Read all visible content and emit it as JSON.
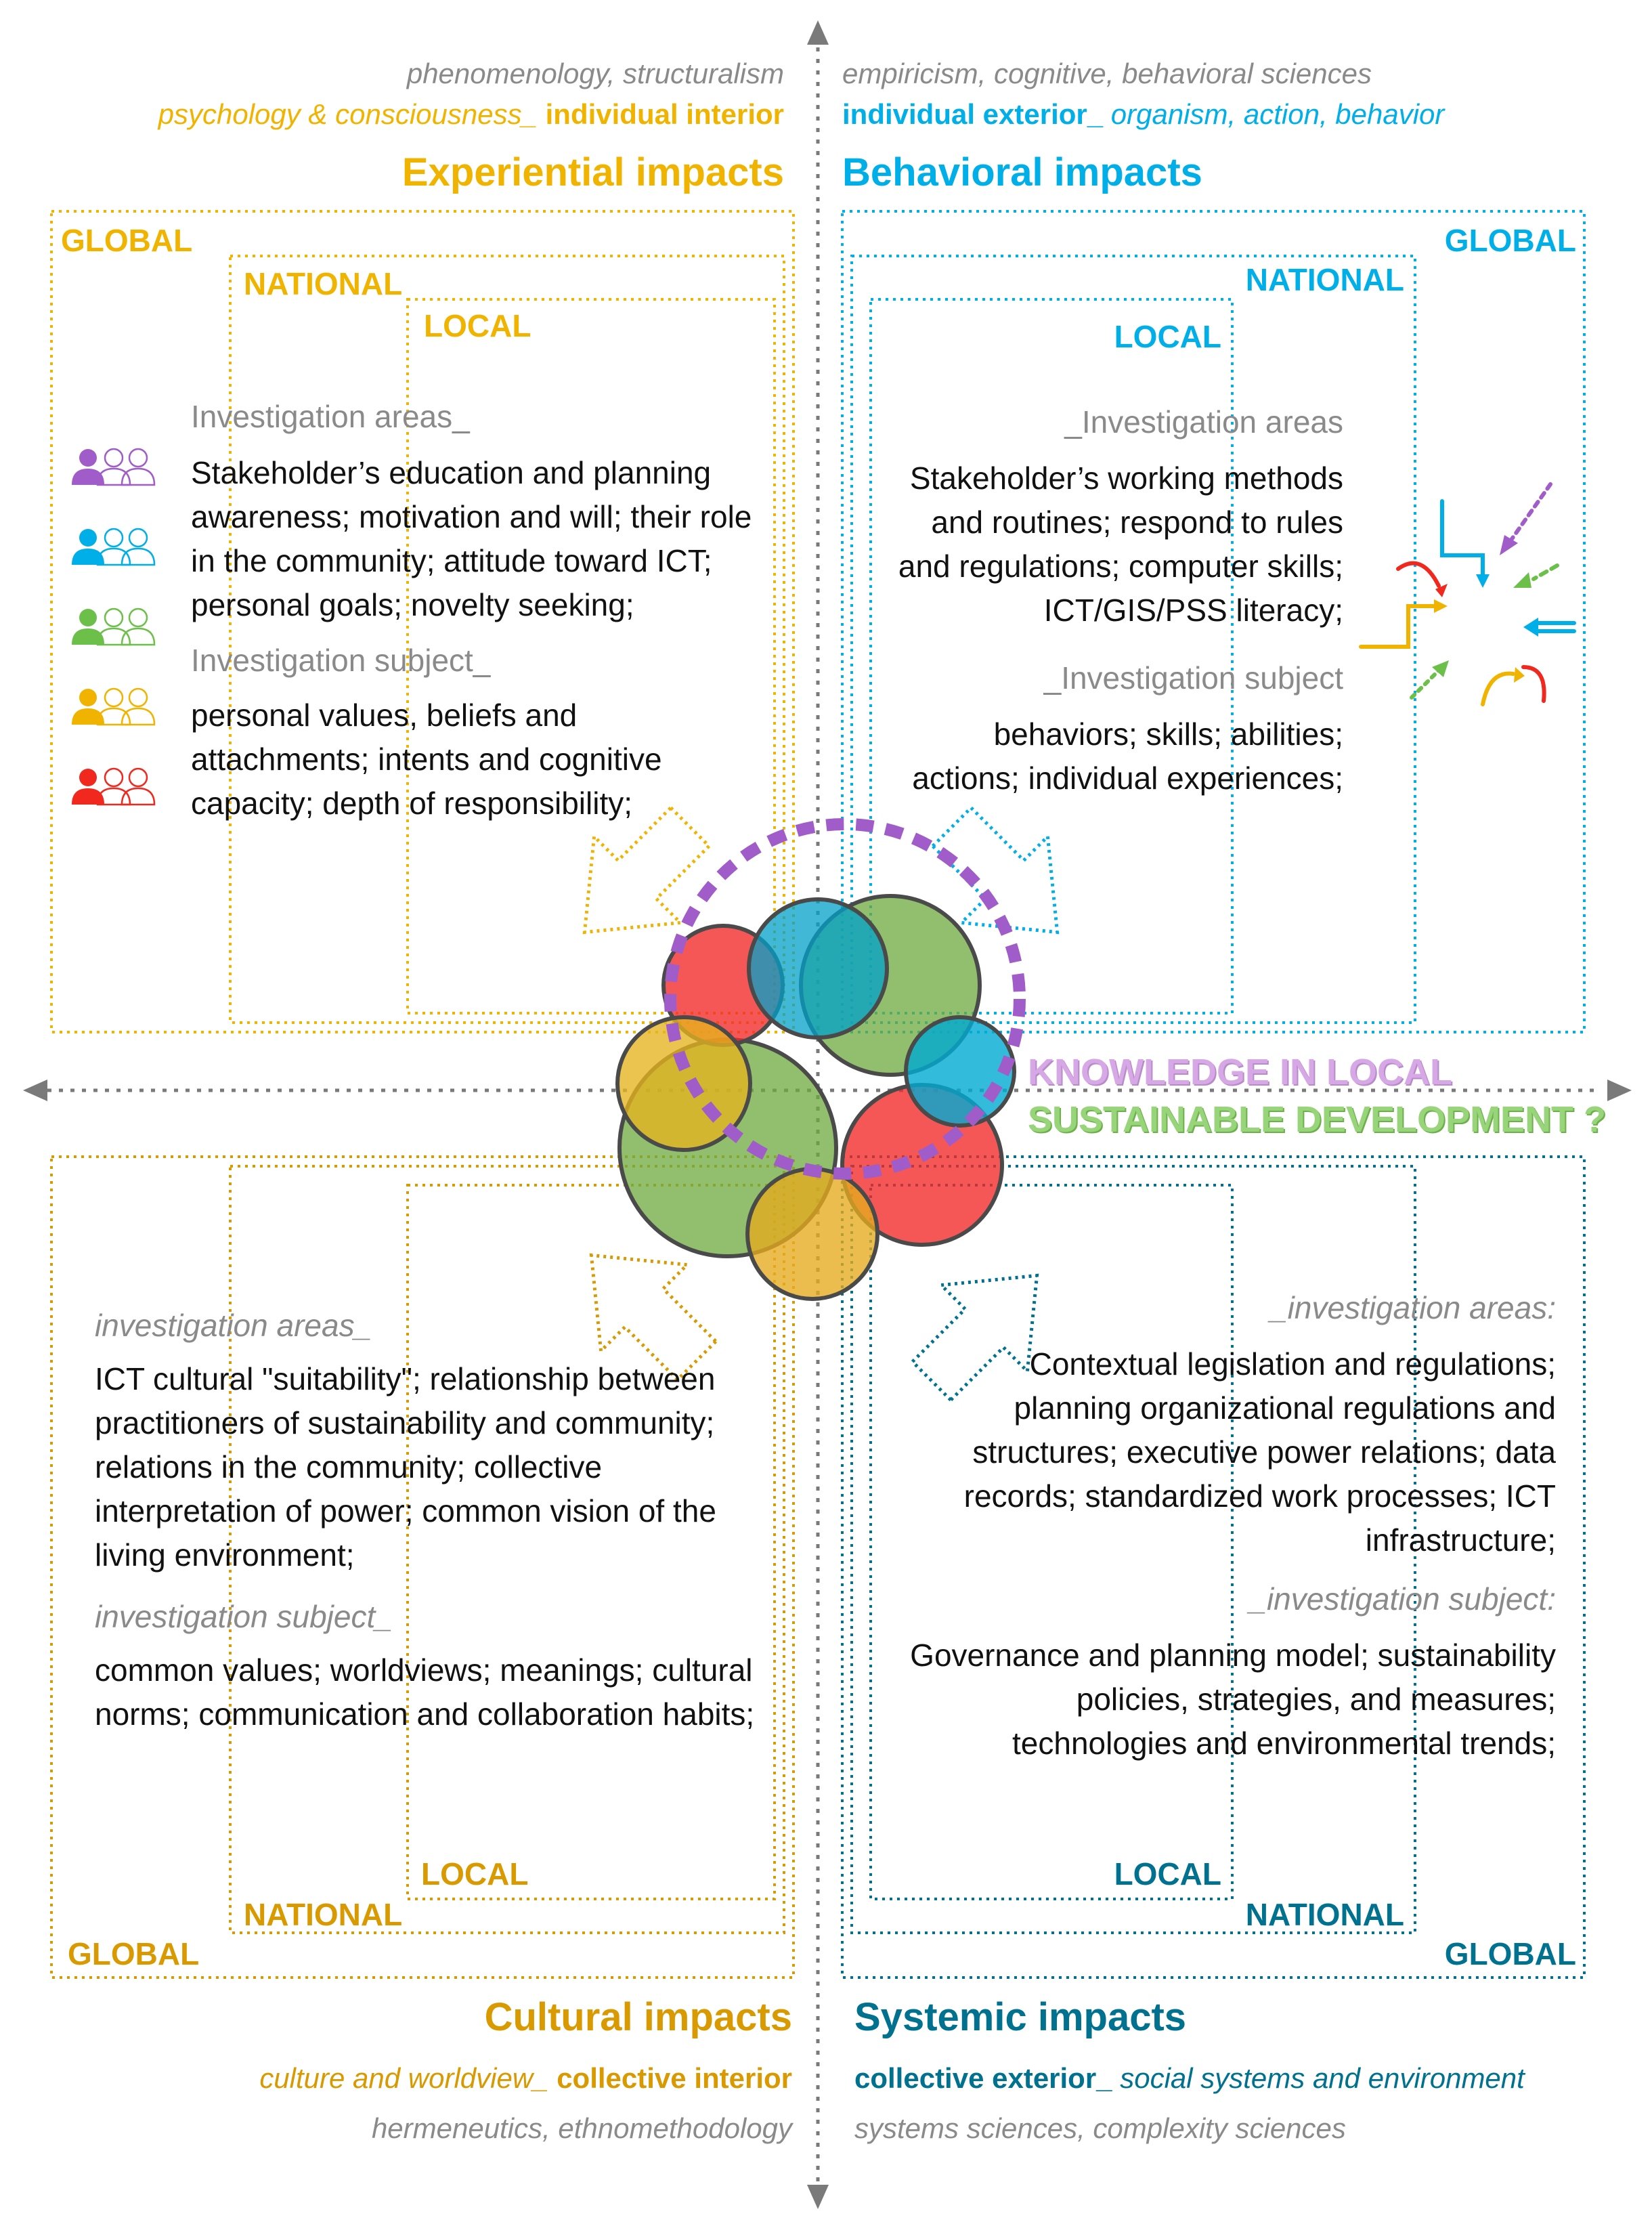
{
  "quadrants": {
    "experiential": {
      "methods": "phenomenology, structuralism",
      "domain_plain": "psychology & consciousness_ ",
      "domain_bold": "individual interior",
      "title": "Experiential impacts",
      "levels": {
        "global": "GLOBAL",
        "national": "NATIONAL",
        "local": "LOCAL"
      },
      "areas_label": "Investigation areas_",
      "areas_lines": [
        "Stakeholder’s education and planning",
        "awareness; motivation and will; their role",
        "in the community; attitude toward ICT;",
        "personal goals; novelty seeking;"
      ],
      "subject_label": "Investigation subject_",
      "subject_lines": [
        "personal values, beliefs and",
        "attachments; intents and cognitive",
        "capacity; depth of responsibility;"
      ]
    },
    "behavioral": {
      "methods": "empiricism, cognitive, behavioral sciences",
      "domain_bold": "individual exterior_ ",
      "domain_plain": "organism, action, behavior",
      "title": "Behavioral impacts",
      "levels": {
        "global": "GLOBAL",
        "national": "NATIONAL",
        "local": "LOCAL"
      },
      "areas_label": "_Investigation areas",
      "areas_lines": [
        "Stakeholder’s working methods",
        "and routines; respond to rules",
        "and regulations; computer skills;",
        "ICT/GIS/PSS literacy;"
      ],
      "subject_label": "_Investigation subject",
      "subject_lines": [
        "behaviors; skills; abilities;",
        "actions; individual experiences;"
      ]
    },
    "cultural": {
      "title": "Cultural impacts",
      "domain_plain": "culture and worldview_ ",
      "domain_bold": "collective interior",
      "methods": "hermeneutics, ethnomethodology",
      "levels": {
        "global": "GLOBAL",
        "national": "NATIONAL",
        "local": "LOCAL"
      },
      "areas_label": "investigation areas_",
      "areas_lines": [
        "ICT cultural \"suitability\"; relationship between",
        "practitioners of sustainability and community;",
        "relations in the community; collective",
        "interpretation of power; common vision of the",
        "living environment;"
      ],
      "subject_label": "investigation subject_",
      "subject_lines": [
        "common values; worldviews; meanings; cultural",
        "norms; communication and collaboration habits;"
      ]
    },
    "systemic": {
      "title": "Systemic impacts",
      "domain_bold": "collective exterior_ ",
      "domain_plain": "social systems and environment",
      "methods": "systems sciences, complexity sciences",
      "levels": {
        "global": "GLOBAL",
        "national": "NATIONAL",
        "local": "LOCAL"
      },
      "areas_label": "_investigation areas:",
      "areas_lines": [
        "Contextual legislation and regulations;",
        "planning organizational regulations and",
        "structures; executive power relations; data",
        "records; standardized work processes; ICT",
        "infrastructure;"
      ],
      "subject_label": "_investigation subject:",
      "subject_lines": [
        "Governance and planning model; sustainability",
        "policies, strategies, and measures;",
        "technologies and environmental trends;"
      ]
    }
  },
  "center": {
    "line1": "KNOWLEDGE IN LOCAL",
    "line2": "SUSTAINABLE DEVELOPMENT ?"
  },
  "icons": [
    "people-group-purple-icon",
    "people-group-cyan-icon",
    "people-group-green-icon",
    "people-group-yellow-icon",
    "people-group-red-icon",
    "converging-arrows-icon"
  ],
  "colors": {
    "experiential": "#f0b400",
    "behavioral": "#00aee8",
    "cultural": "#d89a00",
    "systemic": "#00718f",
    "purple": "#a05cc8",
    "green": "#6cc04a",
    "red": "#f0281e",
    "gray": "#8a8a8a"
  }
}
